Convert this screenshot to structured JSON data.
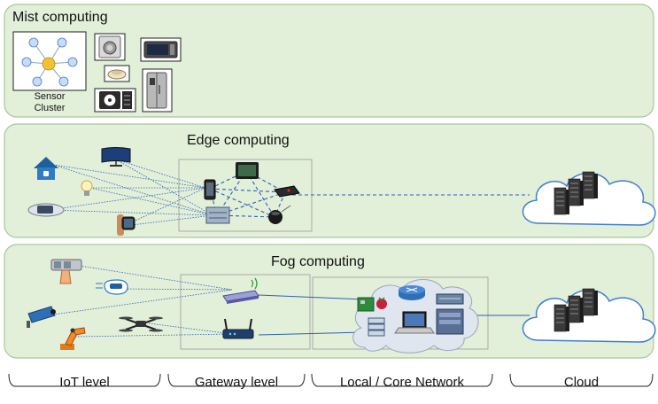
{
  "panels": {
    "mist": {
      "title": "Mist computing",
      "sensor_label_1": "Sensor",
      "sensor_label_2": "Cluster"
    },
    "edge": {
      "title": "Edge computing"
    },
    "fog": {
      "title": "Fog computing"
    }
  },
  "levels": [
    {
      "label": "IoT level"
    },
    {
      "label": "Gateway level"
    },
    {
      "label": "Local / Core Network"
    },
    {
      "label": "Cloud"
    }
  ],
  "icons": {
    "mist": [
      "sensor-cluster-icon",
      "washing-machine-icon",
      "microwave-icon",
      "smoke-detector-icon",
      "air-conditioner-icon",
      "refrigerator-icon"
    ],
    "edge": [
      "smart-home-icon",
      "smart-tv-icon",
      "light-bulb-icon",
      "pulse-oximeter-icon",
      "smartwatch-icon",
      "smartphone-icon",
      "tablet-icon",
      "router-icon",
      "gateway-box-icon",
      "smart-speaker-icon",
      "cloud-icon"
    ],
    "fog": [
      "touch-panel-icon",
      "vr-headset-icon",
      "security-camera-icon",
      "drone-icon",
      "robot-arm-icon",
      "wireless-gateway-icon",
      "wifi-router-icon",
      "raspberry-pi-icon",
      "network-router-icon",
      "network-switch-icon",
      "laptop-icon",
      "server-icon",
      "cloud-icon"
    ]
  },
  "colors": {
    "panel_fill": "#e2efd9",
    "panel_border": "#a9c79a",
    "link_line": "#2f5fb3",
    "cloud_fill": "#ffffff",
    "cloud_border": "#3f7fd0"
  }
}
